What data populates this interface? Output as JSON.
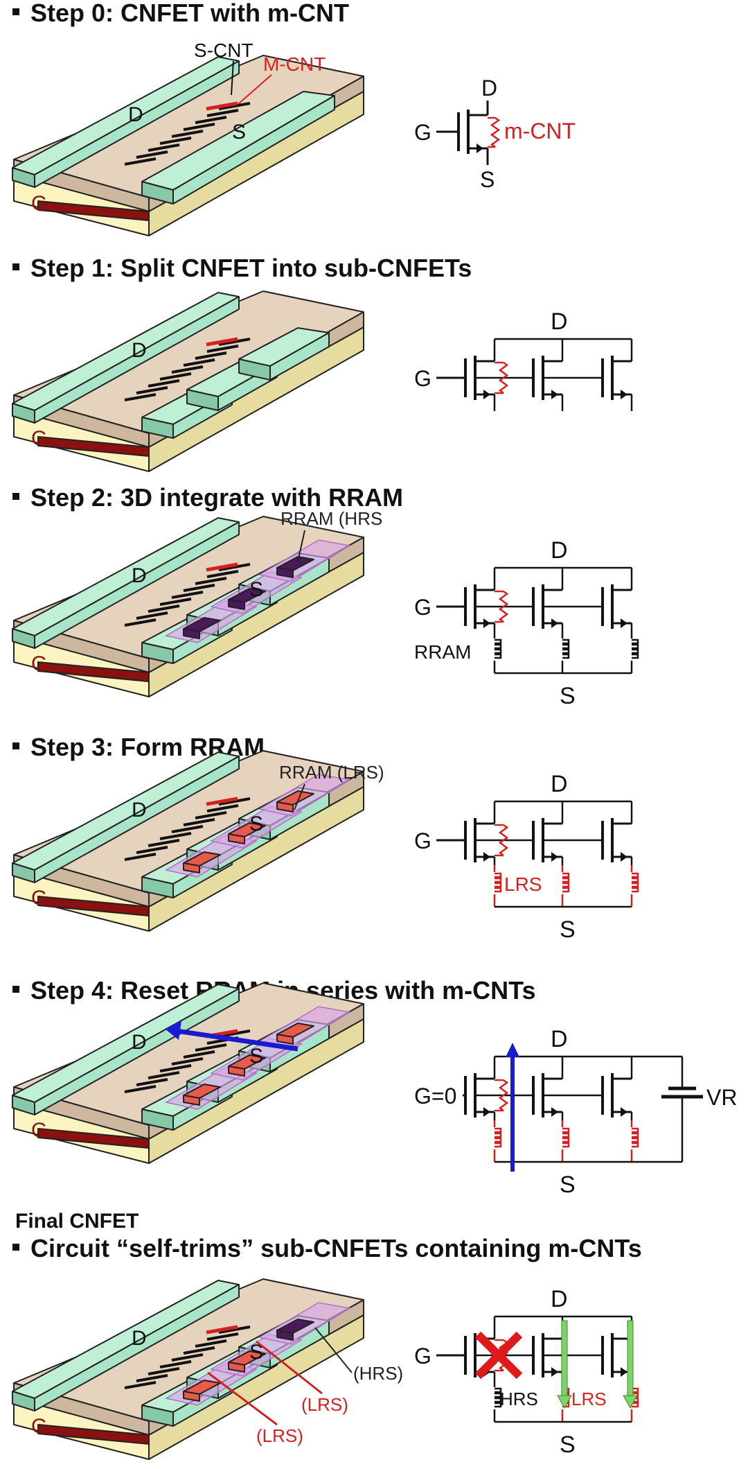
{
  "steps": [
    {
      "title": "Step 0: CNFET with m-CNT"
    },
    {
      "title": "Step 1: Split CNFET into sub-CNFETs"
    },
    {
      "title": "Step 2: 3D integrate with RRAM"
    },
    {
      "title": "Step 3: Form RRAM"
    },
    {
      "title": "Step 4: Reset RRAM in series with m-CNTs"
    },
    {
      "title": "Circuit “self-trims” sub-CNFETs containing m-CNTs"
    }
  ],
  "final_label": "Final CNFET",
  "labels": {
    "D": "D",
    "S": "S",
    "G": "G",
    "G0": "G=0",
    "s_cnt": "S-CNT",
    "m_cnt_upper": "M-CNT",
    "m_cnt": "m-CNT",
    "rram": "RRAM",
    "rram_hrs": "RRAM (HRS",
    "rram_lrs": "RRAM (LRS)",
    "lrs": "LRS",
    "hrs": "HRS",
    "lrs_paren": "(LRS)",
    "hrs_paren": "(HRS)",
    "vr": "VR"
  },
  "colors": {
    "green": "#a8e4c8",
    "green_top": "#bff0d6",
    "green_side": "#86c8a8",
    "tan": "#e6d3bd",
    "tan_side": "#cdb79e",
    "yellow": "#fbf4c0",
    "yellow_side": "#e6dca0",
    "gate": "#8b1010",
    "red": "#d42020",
    "purple": "#d9a4e8",
    "dark_purple": "#4a1a5a",
    "rram_red": "#e85a4a",
    "blue": "#1a1ad0",
    "arrow_green": "#7ed36a"
  }
}
